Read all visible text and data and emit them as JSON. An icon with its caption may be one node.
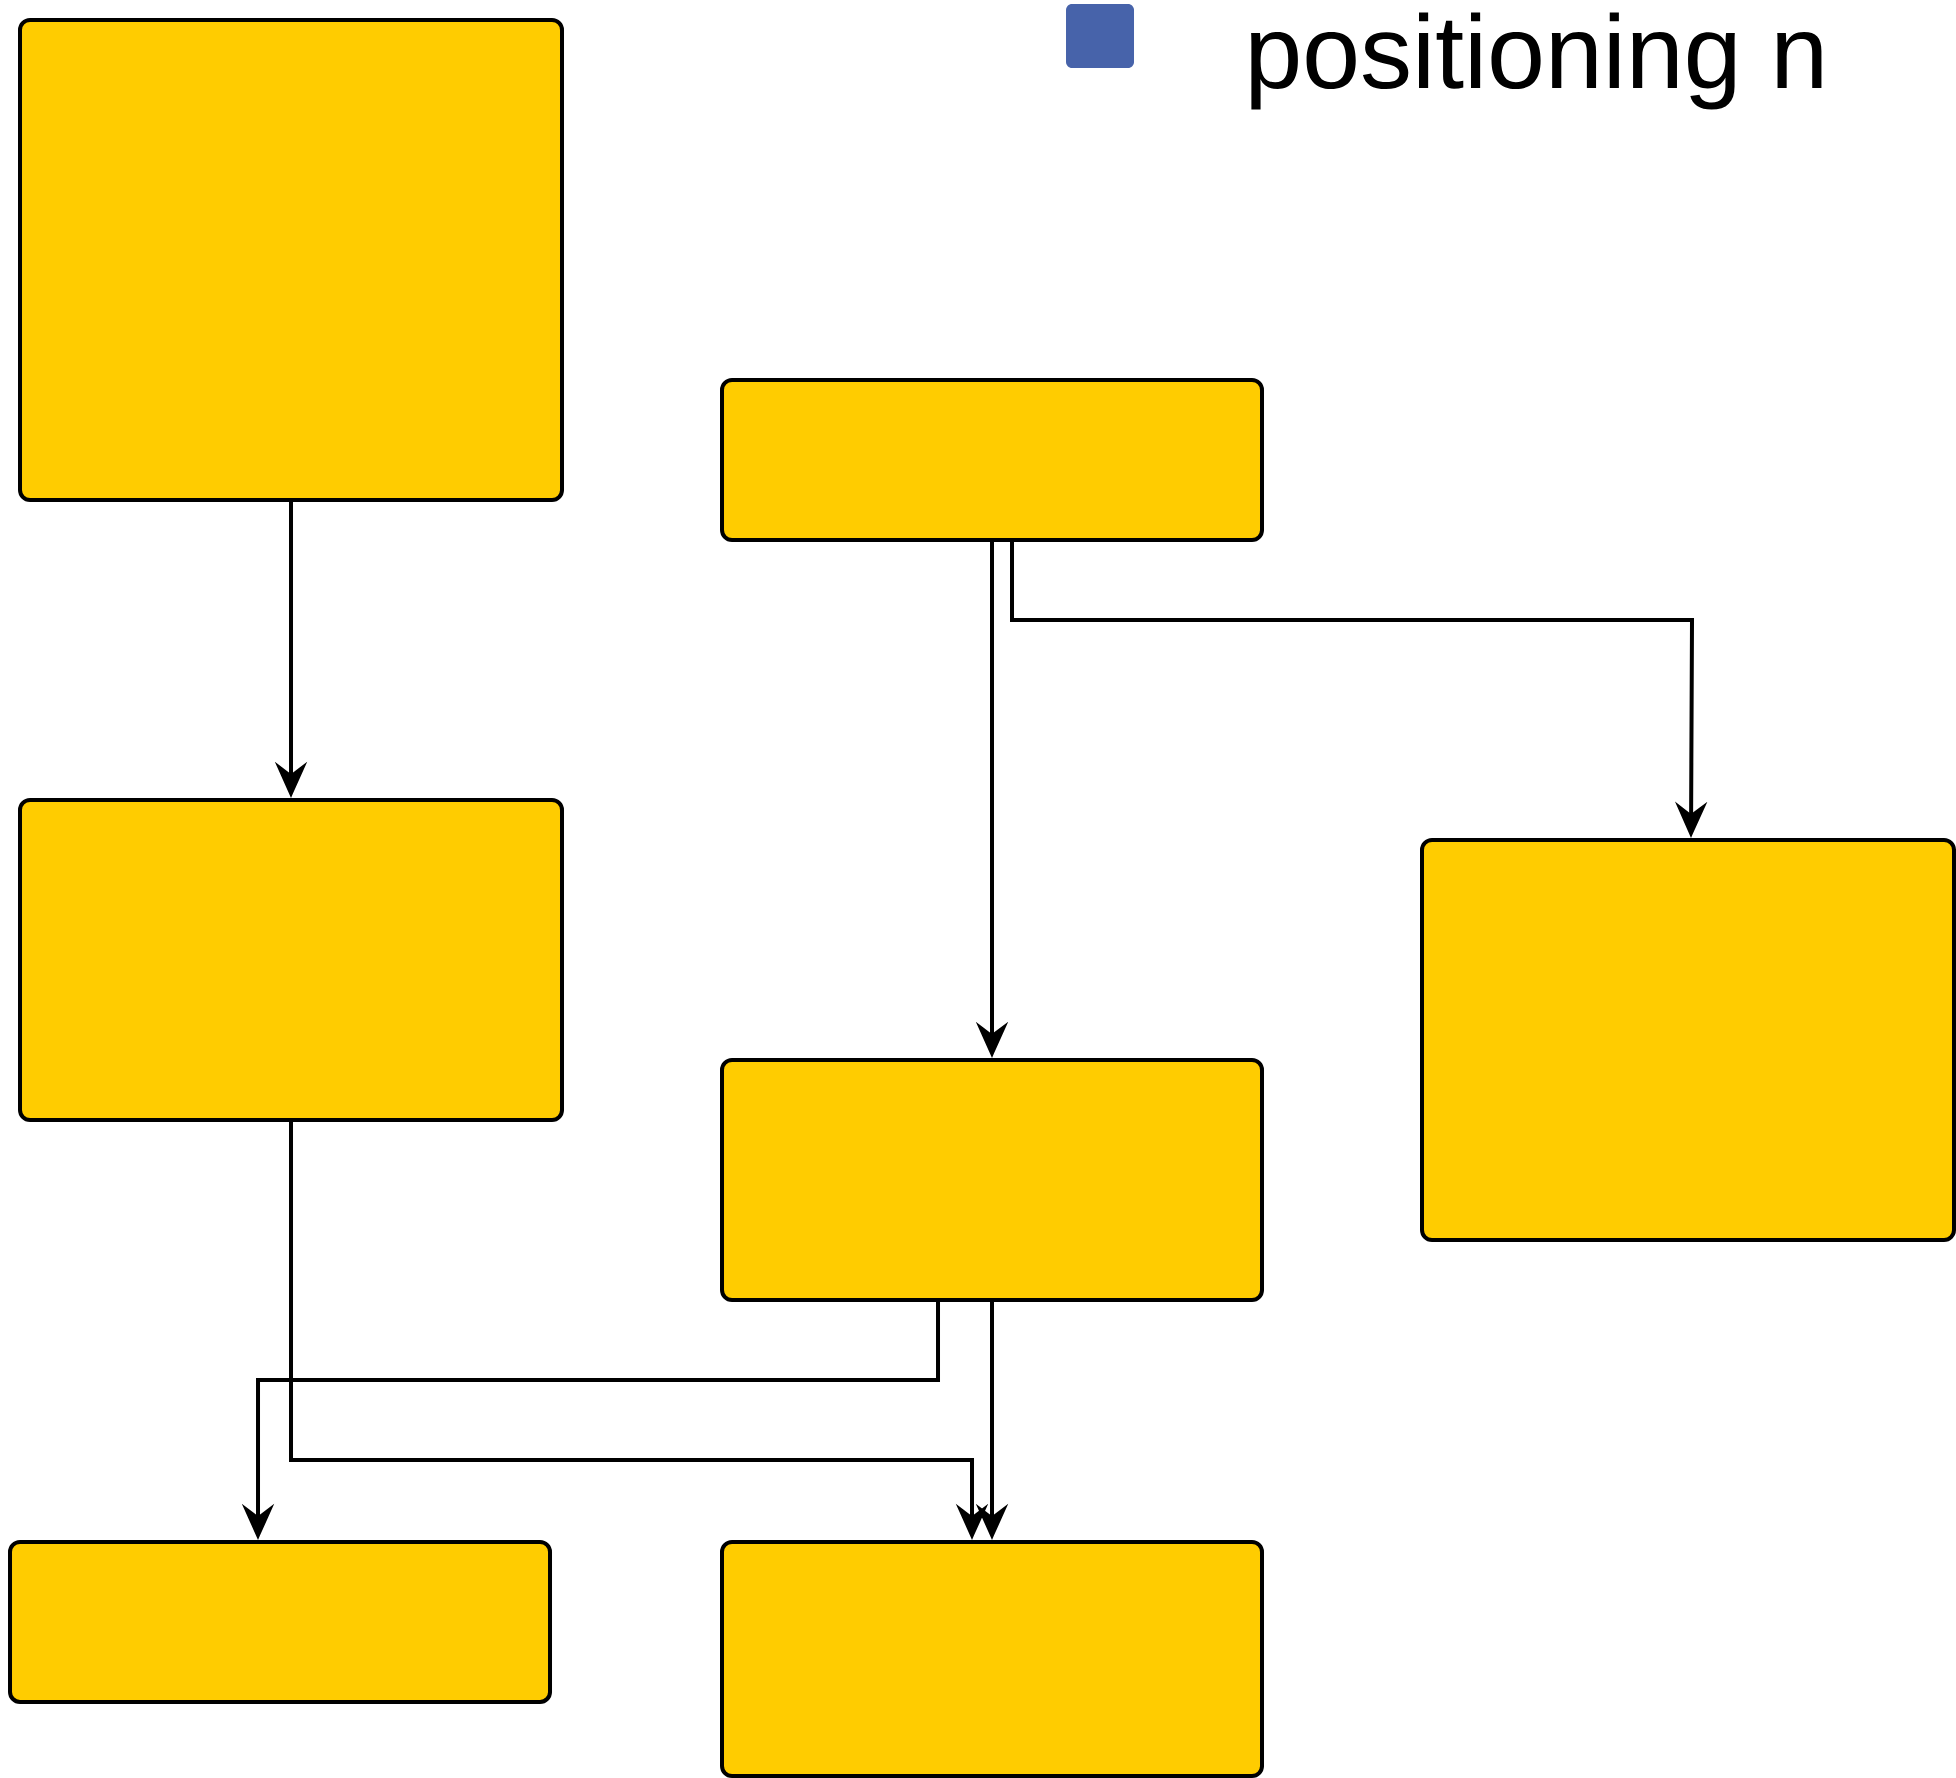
{
  "diagram": {
    "nodes": [
      {
        "text": [],
        "shape": "box"
      },
      {
        "text": [],
        "shape": "box"
      },
      {
        "text": [],
        "shape": "box"
      },
      {
        "text": [],
        "shape": "box"
      },
      {
        "text": [],
        "shape": "box"
      },
      {
        "text": [],
        "shape": "box"
      },
      {
        "text": [],
        "shape": "box"
      }
    ],
    "edges": [
      {
        "from": 0,
        "to": 2,
        "arrow": "to"
      },
      {
        "from": 1,
        "to": 4,
        "arrow": "to"
      },
      {
        "from": 1,
        "to": 3,
        "arrow": "to"
      },
      {
        "from": 2,
        "to": 6,
        "arrow": "to"
      },
      {
        "from": 4,
        "to": 5,
        "arrow": "to"
      },
      {
        "from": 4,
        "to": 6,
        "arrow": "to"
      }
    ],
    "labels": [
      "positioning n"
    ]
  }
}
